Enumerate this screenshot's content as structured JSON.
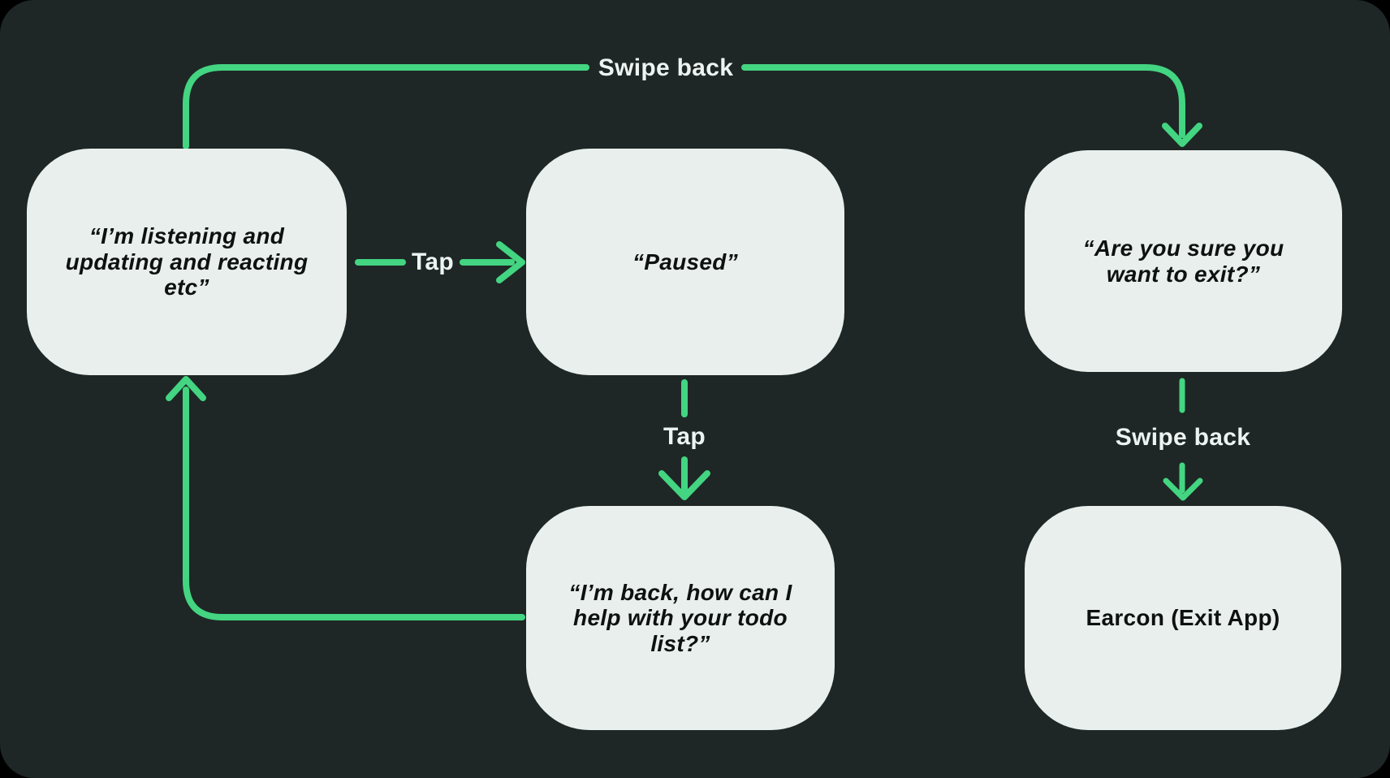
{
  "colors": {
    "canvas": "#000000",
    "panel": "#1e2726",
    "node-fill": "#e8efec",
    "node-text": "#0d1211",
    "accent": "#43d581",
    "label-text": "#edf3f0"
  },
  "diagram": {
    "type": "state-flow",
    "nodes": {
      "listening": {
        "label": "“I’m listening and\nupdating and reacting\netc”"
      },
      "paused": {
        "label": "“Paused”"
      },
      "confirm_exit": {
        "label": "“Are you sure you\nwant to exit?”"
      },
      "resume": {
        "label": "“I’m back, how can I\nhelp with your todo\nlist?”"
      },
      "earcon": {
        "label": "Earcon (Exit App)"
      }
    },
    "edges": {
      "swipe_back_top": {
        "label": "Swipe back",
        "from": "listening",
        "to": "confirm_exit"
      },
      "tap_pause": {
        "label": "Tap",
        "from": "listening",
        "to": "paused"
      },
      "tap_resume": {
        "label": "Tap",
        "from": "paused",
        "to": "resume"
      },
      "swipe_back_exit": {
        "label": "Swipe back",
        "from": "confirm_exit",
        "to": "earcon"
      },
      "resume_loop": {
        "label": "",
        "from": "resume",
        "to": "listening"
      }
    }
  }
}
